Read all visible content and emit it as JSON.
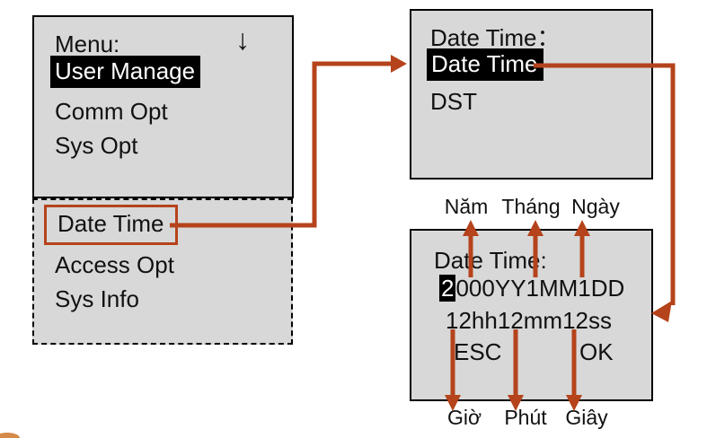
{
  "colors": {
    "panel_bg": "#d8d8d8",
    "arrow": "#b5431b",
    "highlight_bg": "#000000",
    "highlight_text": "#ffffff"
  },
  "panels": {
    "main_menu": {
      "title": "Menu:",
      "scroll_icon": "↓",
      "items": [
        {
          "label": "User Manage",
          "highlighted": true
        },
        {
          "label": "Comm Opt",
          "highlighted": false
        },
        {
          "label": "Sys Opt",
          "highlighted": false
        }
      ]
    },
    "main_menu_page2": {
      "items": [
        {
          "label": "Date Time",
          "boxed": true
        },
        {
          "label": "Access Opt",
          "boxed": false
        },
        {
          "label": "Sys Info",
          "boxed": false
        }
      ]
    },
    "datetime_menu": {
      "title": "Date Time：",
      "items": [
        {
          "label": "Date Time",
          "highlighted": true
        },
        {
          "label": "DST",
          "highlighted": false
        }
      ]
    },
    "datetime_edit": {
      "title": "Date Time:",
      "date_cursor_char": "2",
      "date_rest": "000YY1MM1DD",
      "time_row": "12hh12mm12ss",
      "esc_label": "ESC",
      "ok_label": "OK"
    }
  },
  "annotations": {
    "top_labels": [
      "Năm",
      "Tháng",
      "Ngày"
    ],
    "bottom_labels": [
      "Giờ",
      "Phút",
      "Giây"
    ]
  }
}
